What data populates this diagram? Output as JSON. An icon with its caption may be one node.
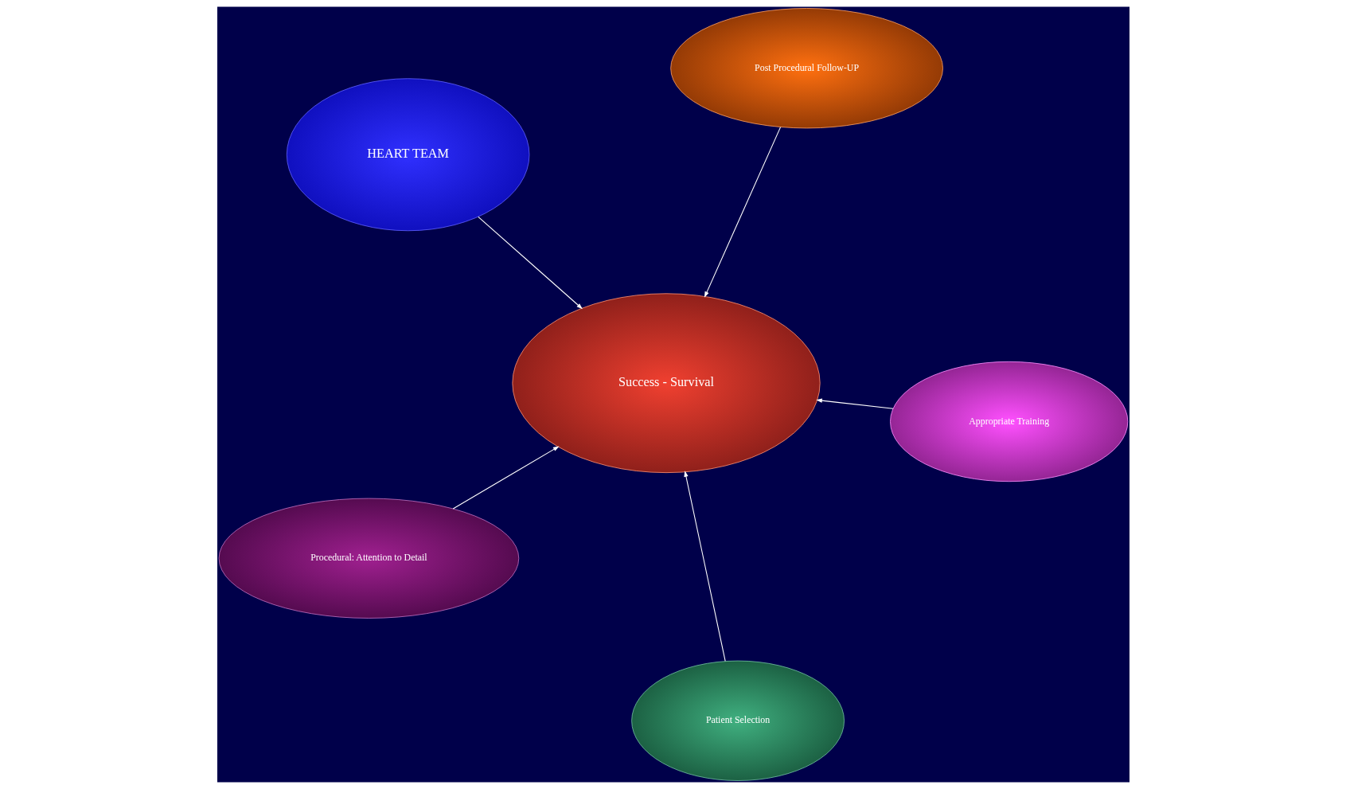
{
  "diagram": {
    "nodes": [
      {
        "text": [
          "HEART TEAM"
        ]
      },
      {
        "text": [
          "Appropriate Training"
        ]
      },
      {
        "text": [
          "Patient Selection"
        ]
      },
      {
        "text": [
          "Success - Survival"
        ]
      },
      {
        "text": [
          "Post Procedural Follow-UP"
        ]
      },
      {
        "text": [
          "Procedural: Attention to Detail"
        ]
      }
    ],
    "edges": [
      {
        "from": 0,
        "to": 3,
        "arrow": "to"
      },
      {
        "from": 1,
        "to": 3,
        "arrow": "to"
      },
      {
        "from": 2,
        "to": 3,
        "arrow": "to"
      },
      {
        "from": 4,
        "to": 3,
        "arrow": "to"
      },
      {
        "from": 5,
        "to": 3,
        "arrow": "to"
      }
    ]
  }
}
